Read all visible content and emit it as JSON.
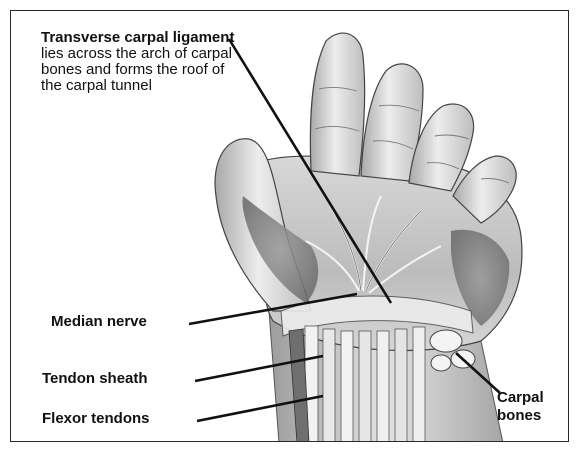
{
  "labels": {
    "ligament_bold": "Transverse carpal ligament",
    "ligament_rest": "lies across the arch of carpal bones and forms the roof of the carpal tunnel",
    "median_nerve": "Median nerve",
    "tendon_sheath": "Tendon sheath",
    "flexor_tendons": "Flexor tendons",
    "carpal_bones_1": "Carpal",
    "carpal_bones_2": "bones"
  },
  "colors": {
    "outline": "#2a2a2a",
    "skin_light": "#e2e2e2",
    "skin_mid": "#c4c4c4",
    "skin_dark": "#8a8a8a",
    "leader": "#111111"
  }
}
